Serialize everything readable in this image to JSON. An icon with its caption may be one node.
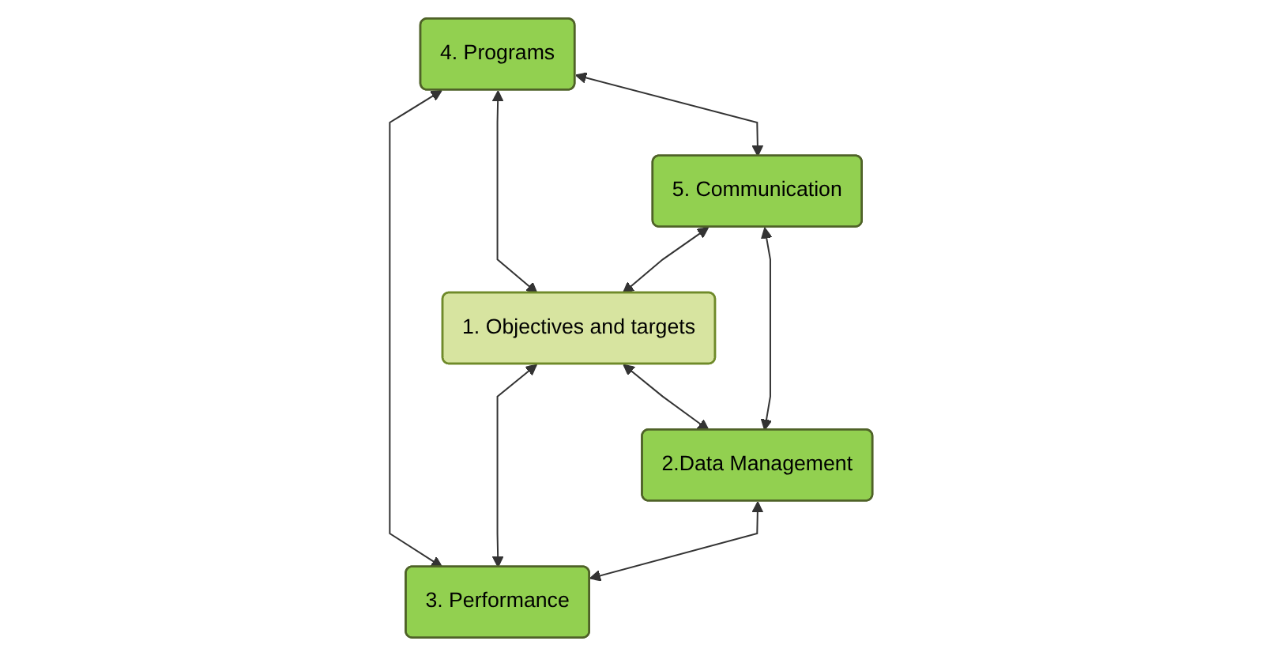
{
  "diagram": {
    "nodes": [
      {
        "text": [
          "4. Programs"
        ]
      },
      {
        "text": [
          "5. Communication"
        ]
      },
      {
        "text": [
          "1. Objectives and targets"
        ]
      },
      {
        "text": [
          "3. Performance"
        ]
      },
      {
        "text": [
          "2.Data Management"
        ]
      }
    ],
    "edges": [
      {
        "from": 0,
        "to": 1,
        "arrow": "both"
      },
      {
        "from": 0,
        "to": 2,
        "arrow": "both"
      },
      {
        "from": 0,
        "to": 3,
        "arrow": "both"
      },
      {
        "from": 1,
        "to": 2,
        "arrow": "both"
      },
      {
        "from": 2,
        "to": 3,
        "arrow": "both"
      },
      {
        "from": 2,
        "to": 4,
        "arrow": "both"
      },
      {
        "from": 1,
        "to": 4,
        "arrow": "both"
      },
      {
        "from": 4,
        "to": 3,
        "arrow": "both"
      }
    ]
  }
}
